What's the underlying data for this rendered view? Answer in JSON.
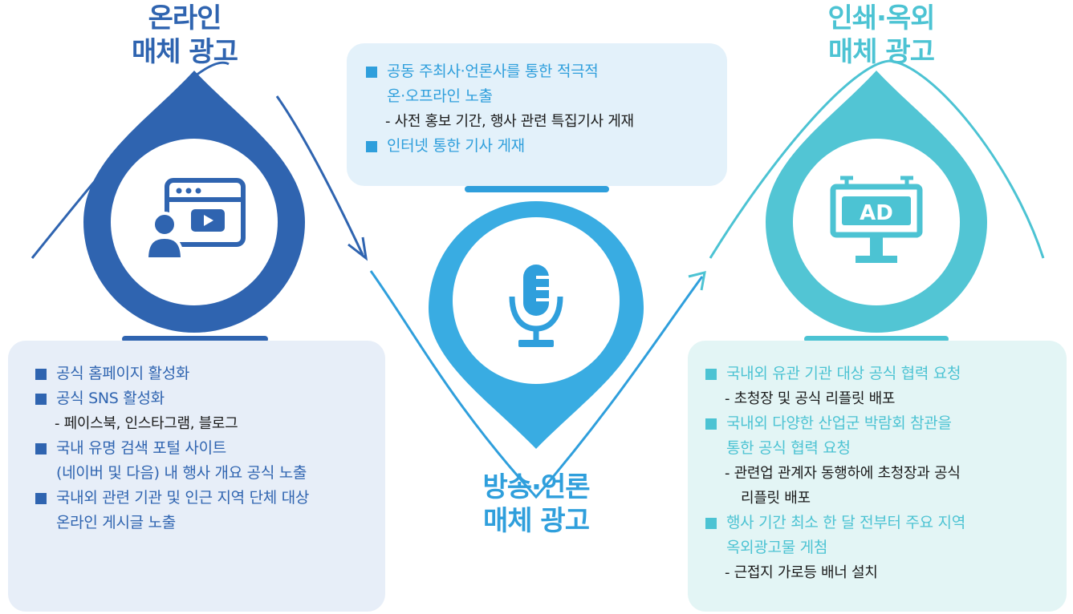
{
  "sections": {
    "online": {
      "title": [
        "온라인",
        "매체 광고"
      ],
      "color": "#2f64b0",
      "icon": "video-player-user-icon",
      "items": [
        {
          "text": [
            "공식 홈페이지 활성화"
          ],
          "subs": []
        },
        {
          "text": [
            "공식 SNS 활성화"
          ],
          "subs": [
            "- 페이스북, 인스타그램, 블로그"
          ]
        },
        {
          "text": [
            "국내 유명 검색 포털 사이트",
            "(네이버 및 다음) 내 행사 개요 공식 노출"
          ],
          "subs": []
        },
        {
          "text": [
            "국내외 관련 기관 및 인근 지역 단체 대상",
            "온라인 게시글 노출"
          ],
          "subs": []
        }
      ]
    },
    "broadcast": {
      "title": [
        "방송·언론",
        "매체 광고"
      ],
      "color": "#2f9fdc",
      "icon": "microphone-icon",
      "items": [
        {
          "text": [
            "공동 주최사·언론사를 통한 적극적",
            "온·오프라인 노출"
          ],
          "subs": [
            "- 사전 홍보 기간, 행사 관련 특집기사 게재"
          ]
        },
        {
          "text": [
            "인터넷 통한 기사 게재"
          ],
          "subs": []
        }
      ]
    },
    "print": {
      "title": [
        "인쇄·옥외",
        "매체 광고"
      ],
      "color": "#4cc3d3",
      "icon": "billboard-ad-icon",
      "icon_text": "AD",
      "items": [
        {
          "text": [
            "국내외 유관 기관 대상 공식 협력 요청"
          ],
          "subs": [
            "- 초청장 및 공식 리플릿 배포"
          ]
        },
        {
          "text": [
            "국내외 다양한 산업군 박람회 참관을",
            "통한 공식 협력 요청"
          ],
          "subs": [
            "- 관련업 관계자 동행하에 초청장과 공식",
            "리플릿 배포"
          ]
        },
        {
          "text": [
            "행사 기간 최소 한 달 전부터 주요 지역",
            "옥외광고물 게첨"
          ],
          "subs": [
            "- 근접지 가로등 배너 설치"
          ]
        }
      ]
    }
  }
}
